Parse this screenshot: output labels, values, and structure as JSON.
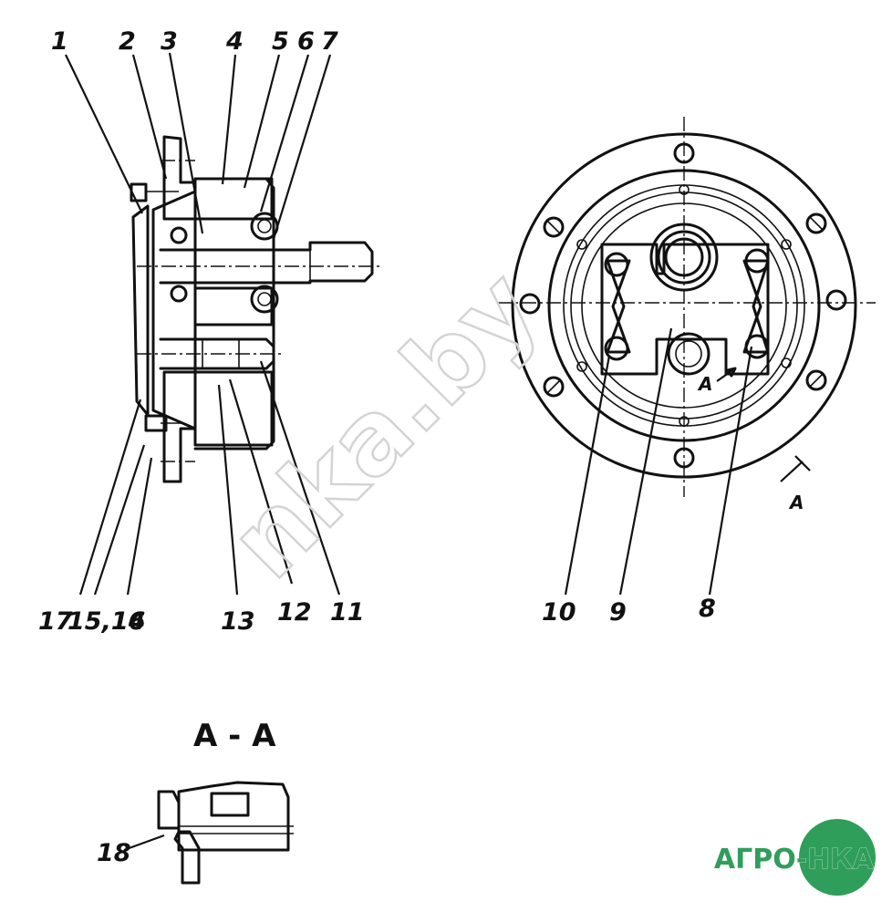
{
  "callouts_top": [
    "1",
    "2",
    "3",
    "4",
    "5",
    "6",
    "7"
  ],
  "callouts_bottom_left": [
    "17",
    "15,16",
    "14",
    "13",
    "12",
    "11"
  ],
  "callouts_bottom_right": [
    "10",
    "9",
    "8"
  ],
  "callout_a_section": "18",
  "section_arrow_label": "A",
  "section_title": "A - A",
  "watermark": "nka.by",
  "logo": {
    "text": "АГРО-НКА",
    "color": "#2f9e5b"
  }
}
